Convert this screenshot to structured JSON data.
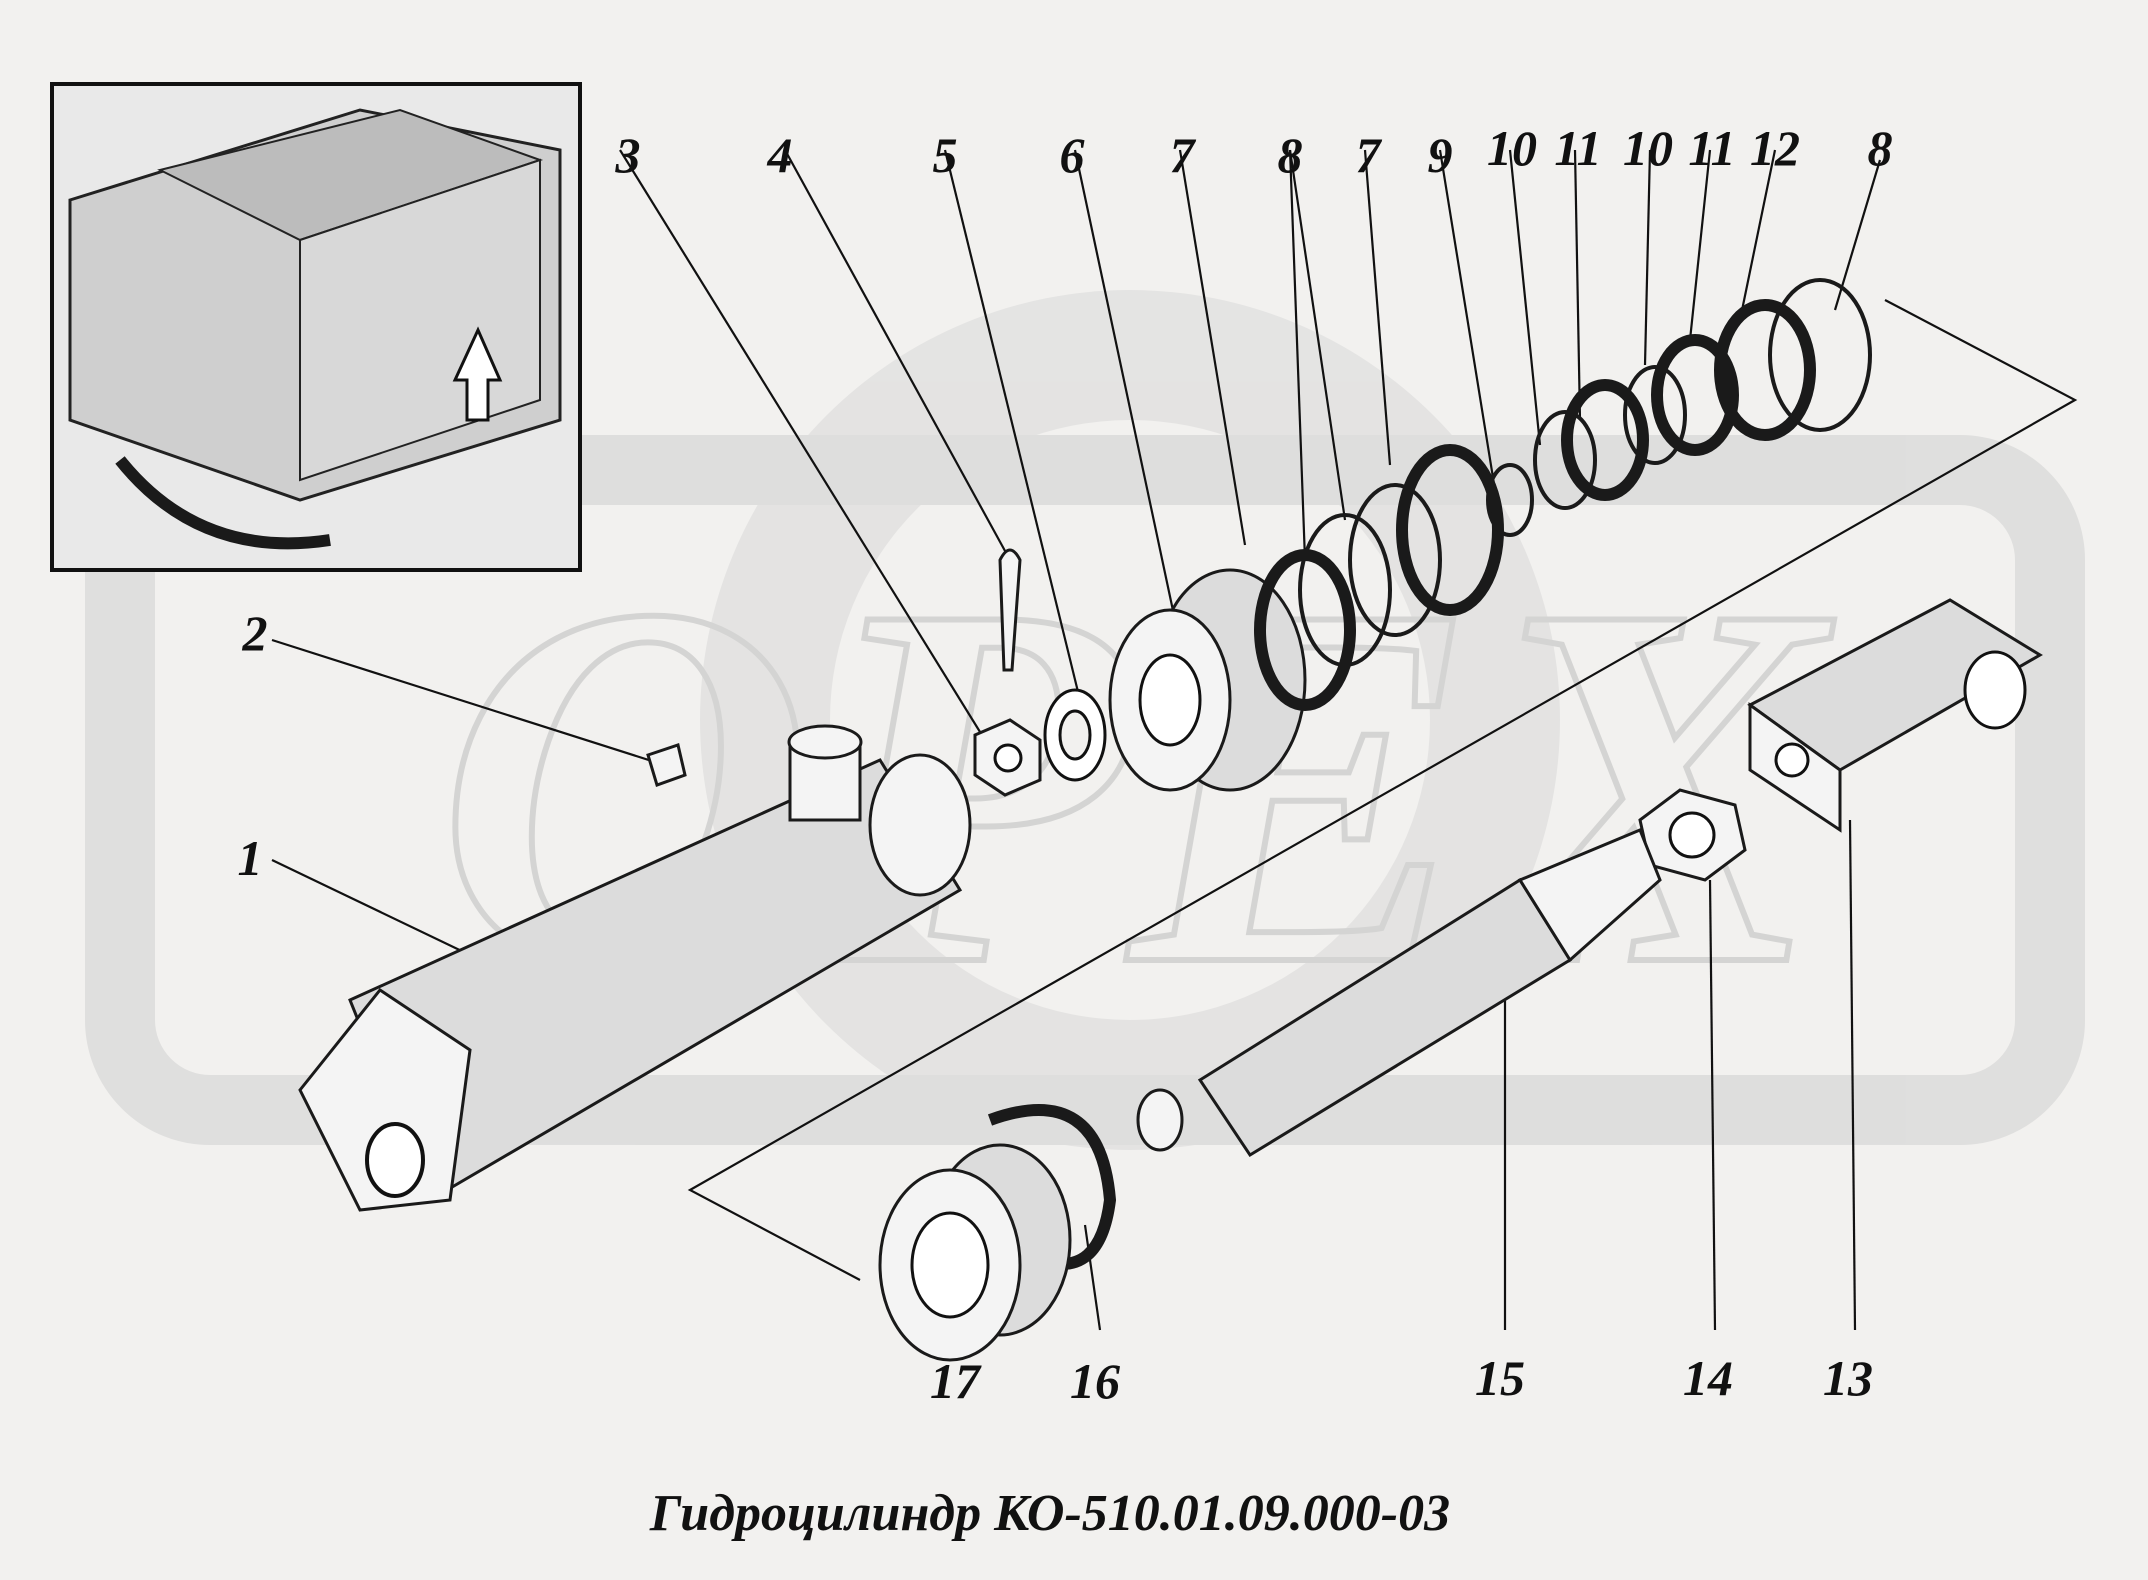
{
  "title": "Гидроцилиндр КО-510.01.09.000-03",
  "callouts": [
    {
      "id": "c1",
      "label": "1"
    },
    {
      "id": "c2",
      "label": "2"
    },
    {
      "id": "c3",
      "label": "3"
    },
    {
      "id": "c4",
      "label": "4"
    },
    {
      "id": "c5",
      "label": "5"
    },
    {
      "id": "c6",
      "label": "6"
    },
    {
      "id": "c7a",
      "label": "7"
    },
    {
      "id": "c8a",
      "label": "8"
    },
    {
      "id": "c7b",
      "label": "7"
    },
    {
      "id": "c9",
      "label": "9"
    },
    {
      "id": "c10a",
      "label": "10"
    },
    {
      "id": "c11a",
      "label": "11"
    },
    {
      "id": "c10b",
      "label": "10"
    },
    {
      "id": "c11b",
      "label": "11"
    },
    {
      "id": "c12",
      "label": "12"
    },
    {
      "id": "c8b",
      "label": "8"
    },
    {
      "id": "c13",
      "label": "13"
    },
    {
      "id": "c14",
      "label": "14"
    },
    {
      "id": "c15",
      "label": "15"
    },
    {
      "id": "c16",
      "label": "16"
    },
    {
      "id": "c17",
      "label": "17"
    }
  ],
  "watermark": "OPEX"
}
